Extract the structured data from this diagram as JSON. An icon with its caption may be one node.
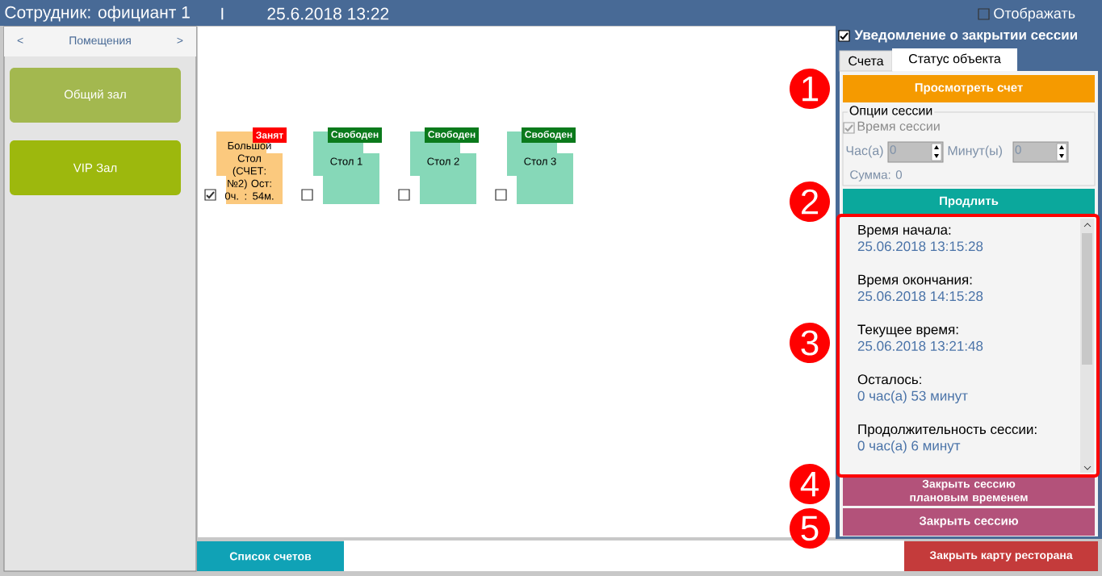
{
  "diagram": {
    "nodes": [
      {
        "text": [
          "<",
          "Помещения",
          ">"
        ]
      },
      {
        "text": [
          "Общий зал"
        ]
      },
      {
        "text": [
          "VIP Зал"
        ]
      },
      {
        "text": [
          "Большой Стол (СЧЕТ: №2) Ост: 0ч. : 54м."
        ]
      },
      {
        "text": [
          "Занят"
        ]
      },
      {
        "text": [
          "Стол 1"
        ]
      },
      {
        "text": [
          "Свободен"
        ]
      },
      {
        "text": [
          "Стол 2"
        ]
      },
      {
        "text": [
          "Свободен"
        ]
      },
      {
        "text": [
          "Стол 3"
        ]
      },
      {
        "text": [
          "Свободен"
        ]
      },
      {
        "text": [
          "Список счетов"
        ]
      },
      {
        "text": [
          "Закрыть карту ресторана"
        ]
      },
      {
        "text": [
          "Счета"
        ]
      },
      {
        "text": [
          "Статус объекта"
        ]
      },
      {
        "text": [
          "Просмотреть счет"
        ]
      },
      {
        "text": [
          "Опции сессии"
        ]
      },
      {
        "text": [
          "0"
        ],
        "in": 16
      },
      {
        "text": [
          "0"
        ],
        "in": 16
      },
      {
        "text": [
          "Продлить"
        ]
      },
      {
        "text": [
          "Время начала:",
          "25.06.2018 13:15:28",
          "Время окончания:",
          "25.06.2018 14:15:28",
          "Текущее время:",
          "25.06.2018 13:21:48",
          "Осталось:",
          "0 час(а) 53 минут",
          "Продолжительность сессии:",
          "0 час(а) 6 минут"
        ]
      },
      {
        "text": [
          "Закрыть сессию плановым временем"
        ]
      },
      {
        "text": [
          "Закрыть сессию"
        ]
      }
    ],
    "labels": [
      "Сотрудник: официант 1",
      "I",
      "25.6.2018 13:22",
      "Отображать",
      "Уведомление о закрытии сессии",
      "1",
      "Время сессии",
      "Час(а)",
      "Минут(ы)",
      "Сумма: 0",
      "2",
      "3",
      "4",
      "5"
    ]
  }
}
